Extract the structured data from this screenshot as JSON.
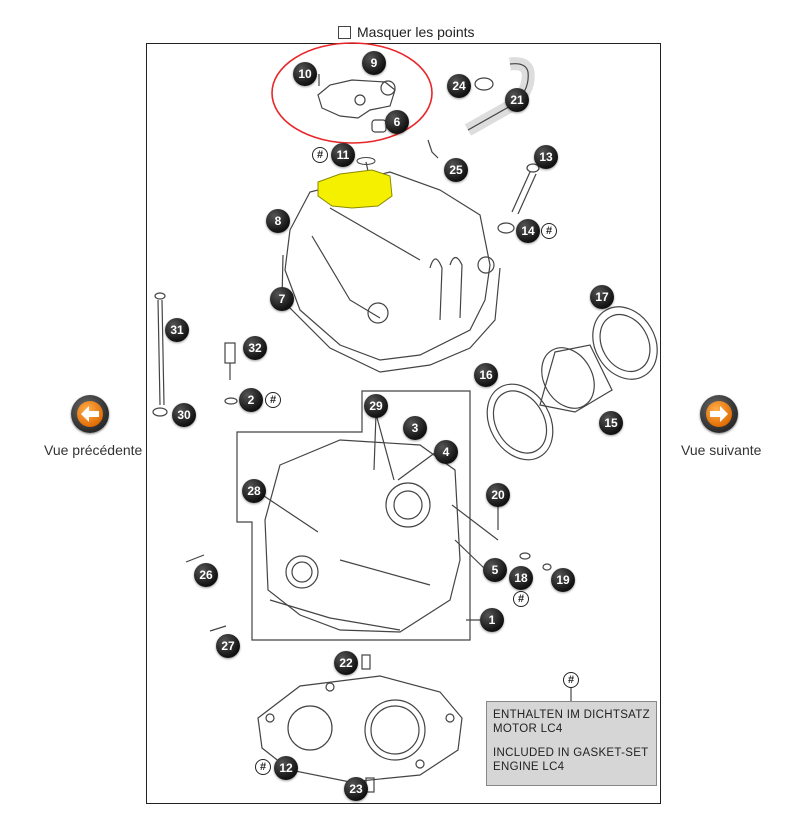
{
  "toggle": {
    "label": "Masquer les points",
    "checked": false
  },
  "nav": {
    "prev_label": "Vue précédente",
    "next_label": "Vue suivante"
  },
  "callouts": [
    "1",
    "2",
    "3",
    "4",
    "5",
    "6",
    "7",
    "8",
    "9",
    "10",
    "11",
    "12",
    "13",
    "14",
    "15",
    "16",
    "17",
    "18",
    "19",
    "20",
    "21",
    "22",
    "23",
    "24",
    "25",
    "26",
    "27",
    "28",
    "29",
    "30",
    "31",
    "32"
  ],
  "hash_symbol": "#",
  "legend": {
    "line1": "ENTHALTEN IM DICHTSATZ\nMOTOR LC4",
    "line2": "INCLUDED IN GASKET-SET\nENGINE LC4"
  },
  "colors": {
    "highlight_ring": "#e8262a",
    "highlight_part": "#f5f000",
    "nav_arrow": "#f07f10"
  }
}
